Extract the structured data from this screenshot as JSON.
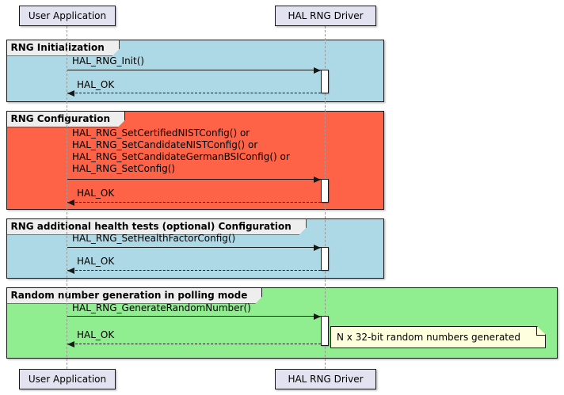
{
  "participants": {
    "user_application": "User Application",
    "hal_rng_driver": "HAL RNG Driver"
  },
  "colors": {
    "participant_bg": "#E2E2F0",
    "frame_tab_bg": "#EEEEEE",
    "frame_init_bg": "#ADD8E6",
    "frame_config_bg": "#FF6347",
    "frame_health_bg": "#ADD8E6",
    "frame_polling_bg": "#90EE90",
    "note_bg": "#FEFFDD",
    "line": "#181818"
  },
  "frames": [
    {
      "title": "RNG Initialization",
      "call": "HAL_RNG_Init()",
      "return": "HAL_OK"
    },
    {
      "title": "RNG Configuration",
      "call_lines": [
        "HAL_RNG_SetCertifiedNISTConfig() or",
        "HAL_RNG_SetCandidateNISTConfig() or",
        "HAL_RNG_SetCandidateGermanBSIConfig() or",
        "HAL_RNG_SetConfig()"
      ],
      "return": "HAL_OK"
    },
    {
      "title": "RNG additional health tests (optional) Configuration",
      "call": "HAL_RNG_SetHealthFactorConfig()",
      "return": "HAL_OK"
    },
    {
      "title": "Random number generation in polling mode",
      "call": "HAL_RNG_GenerateRandomNumber()",
      "return": "HAL_OK",
      "note": "N x 32-bit random numbers generated"
    }
  ]
}
